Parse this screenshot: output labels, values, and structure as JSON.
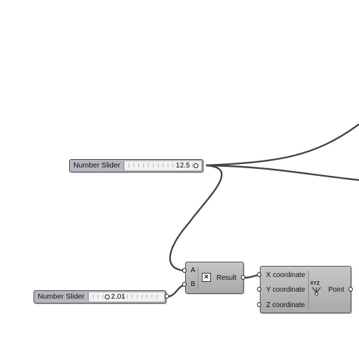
{
  "sliders": [
    {
      "label": "Number Slider",
      "value": "12.5"
    },
    {
      "label": "Number Slider",
      "value": "2.01"
    }
  ],
  "multiplication": {
    "inputs": [
      "A",
      "B"
    ],
    "output": "Result"
  },
  "construct_point": {
    "inputs": [
      "X coordinate",
      "Y coordinate",
      "Z coordinate"
    ],
    "icon_label": "XYZ",
    "output": "Point"
  },
  "colors": {
    "canvas": "#ffffff",
    "wire": "#444444",
    "slider_body": "#b7b7c1",
    "component_body": "#b4b4b4"
  }
}
